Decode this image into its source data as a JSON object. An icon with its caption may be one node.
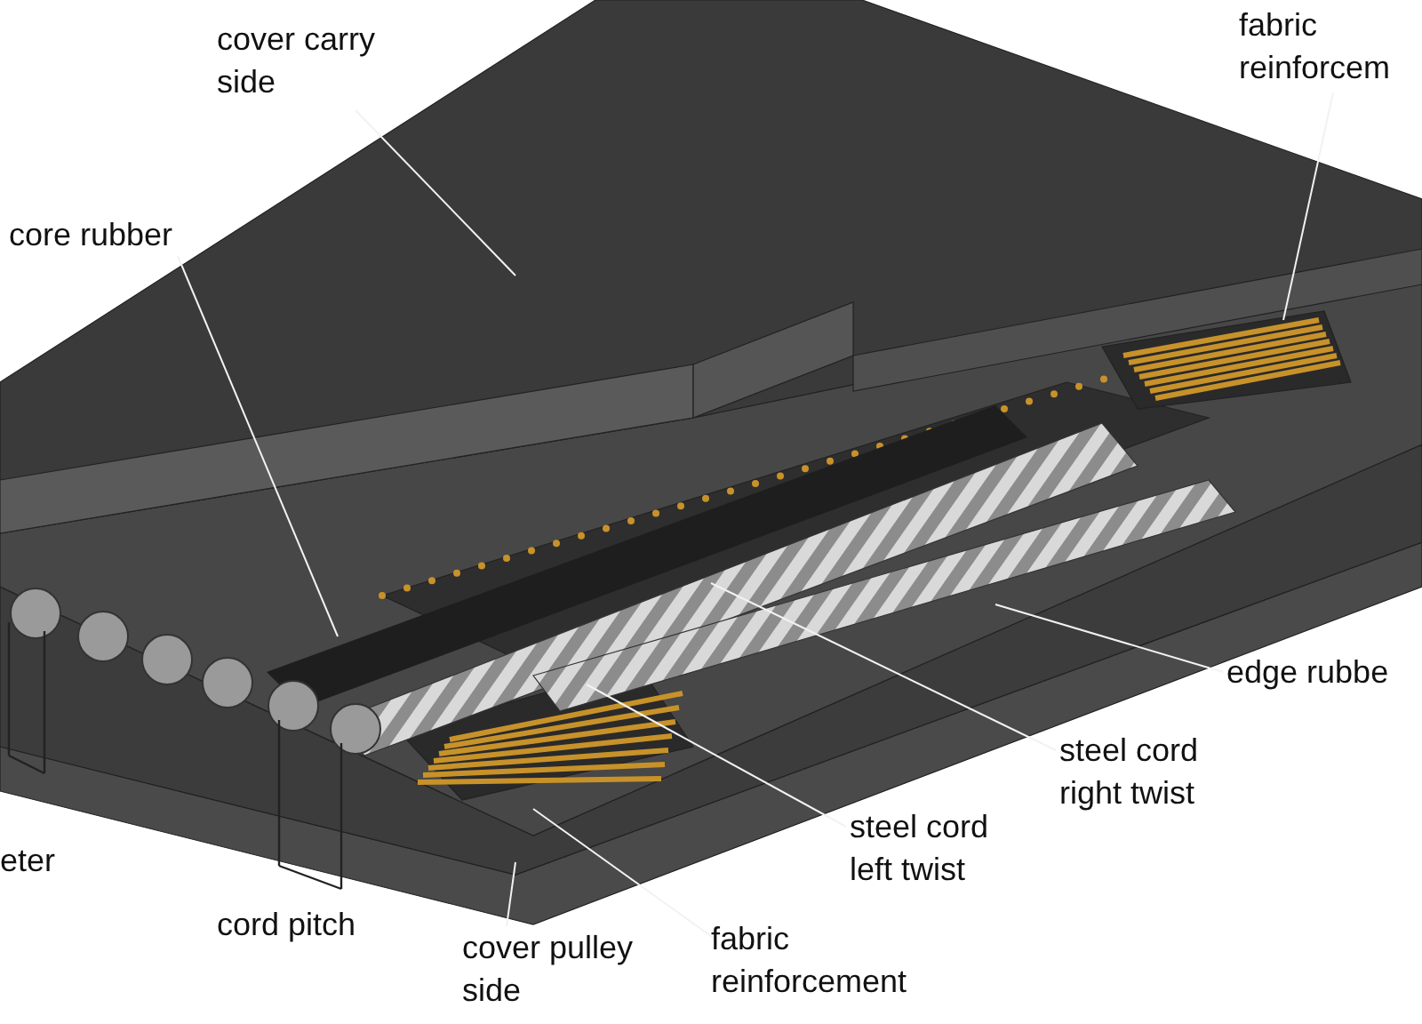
{
  "diagram": {
    "nodes": [
      {
        "text": [
          "cover carry side"
        ]
      },
      {
        "text": [
          "fabric reinforcem"
        ]
      },
      {
        "text": [
          "core rubber"
        ]
      },
      {
        "text": [
          "edge rubbe"
        ]
      },
      {
        "text": [
          "steel cord right twist"
        ]
      },
      {
        "text": [
          "steel cord left twist"
        ]
      },
      {
        "text": [
          "cover pulley side"
        ]
      },
      {
        "text": [
          "fabric reinforcement"
        ]
      }
    ],
    "edges": [
      {
        "from": 0,
        "to": null,
        "arrow": "none"
      },
      {
        "from": 1,
        "to": null,
        "arrow": "none"
      },
      {
        "from": 2,
        "to": null,
        "arrow": "none"
      },
      {
        "from": 3,
        "to": null,
        "arrow": "none"
      },
      {
        "from": 4,
        "to": null,
        "arrow": "none"
      },
      {
        "from": 5,
        "to": null,
        "arrow": "none"
      },
      {
        "from": 6,
        "to": null,
        "arrow": "none"
      },
      {
        "from": 7,
        "to": null,
        "arrow": "none"
      }
    ],
    "labels": [
      "eter",
      "cord pitch"
    ]
  }
}
